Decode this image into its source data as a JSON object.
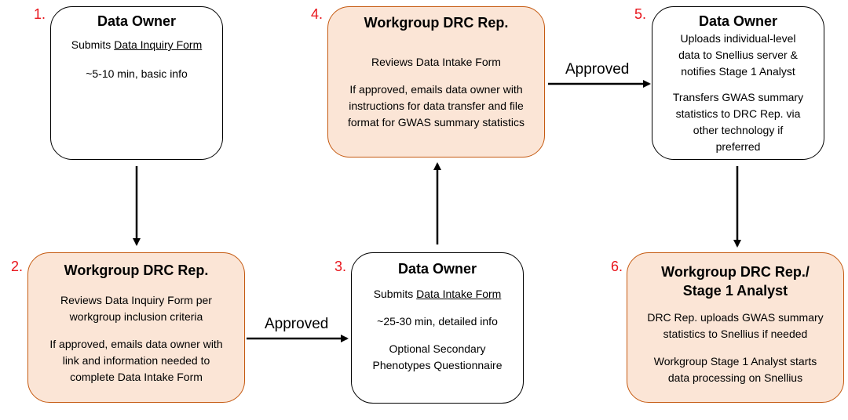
{
  "steps": [
    {
      "number": "1.",
      "title": "Data Owner",
      "line1_prefix": "Submits ",
      "line1_link": "Data Inquiry Form",
      "line2": "~5-10 min, basic info"
    },
    {
      "number": "2.",
      "title": "Workgroup DRC Rep.",
      "para1_l1": "Reviews Data Inquiry Form per",
      "para1_l2": "workgroup inclusion criteria",
      "para2_l1": "If approved, emails data owner with",
      "para2_l2": "link and information needed to",
      "para2_l3": "complete Data Intake Form"
    },
    {
      "number": "3.",
      "title": "Data Owner",
      "line1_prefix": "Submits ",
      "line1_link": "Data Intake Form",
      "line2": "~25-30 min, detailed info",
      "line3_l1": "Optional Secondary",
      "line3_l2": "Phenotypes Questionnaire"
    },
    {
      "number": "4.",
      "title": "Workgroup DRC Rep.",
      "para1": "Reviews Data Intake Form",
      "para2_l1": "If approved, emails data owner with",
      "para2_l2": "instructions for data transfer and file",
      "para2_l3": "format for GWAS summary statistics"
    },
    {
      "number": "5.",
      "title": "Data Owner",
      "para1_l1": "Uploads individual-level",
      "para1_l2": "data to Snellius server &",
      "para1_l3": "notifies Stage 1 Analyst",
      "para2_l1": "Transfers GWAS summary",
      "para2_l2": "statistics to DRC Rep. via",
      "para2_l3": "other technology if",
      "para2_l4": "preferred"
    },
    {
      "number": "6.",
      "title_l1": "Workgroup DRC Rep./",
      "title_l2": "Stage 1 Analyst",
      "para1_l1": "DRC Rep. uploads GWAS summary",
      "para1_l2": "statistics to Snellius if needed",
      "para2_l1": "Workgroup Stage 1 Analyst starts",
      "para2_l2": "data processing on Snellius"
    }
  ],
  "arrow_labels": {
    "step2_to_step3": "Approved",
    "step4_to_step5": "Approved"
  },
  "colors": {
    "step_number": "#e8141b",
    "orange_fill": "#fbe5d6",
    "orange_border": "#c55a11"
  }
}
